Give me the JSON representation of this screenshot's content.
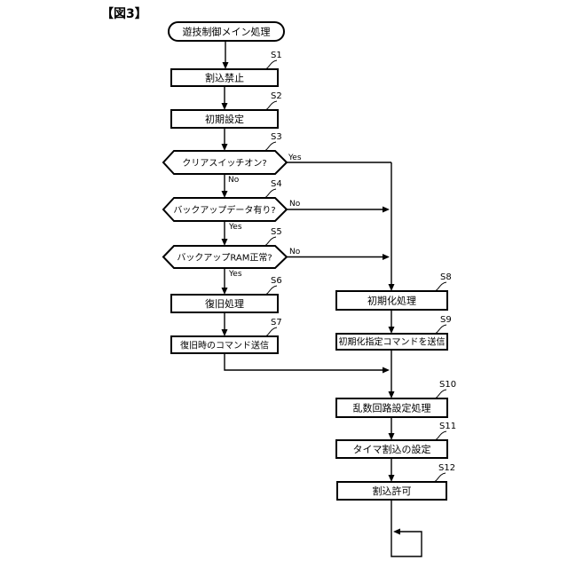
{
  "figure_label": "【図3】",
  "flowchart": {
    "start_label": "遊技制御メイン処理",
    "steps": [
      {
        "id": "S1",
        "label": "割込禁止",
        "type": "process"
      },
      {
        "id": "S2",
        "label": "初期設定",
        "type": "process"
      },
      {
        "id": "S3",
        "label": "クリアスイッチオン?",
        "type": "decision"
      },
      {
        "id": "S4",
        "label": "バックアップデータ有り?",
        "type": "decision"
      },
      {
        "id": "S5",
        "label": "バックアップRAM正常?",
        "type": "decision"
      },
      {
        "id": "S6",
        "label": "復旧処理",
        "type": "process"
      },
      {
        "id": "S7",
        "label": "復旧時のコマンド送信",
        "type": "process"
      },
      {
        "id": "S8",
        "label": "初期化処理",
        "type": "process"
      },
      {
        "id": "S9",
        "label": "初期化指定コマンドを送信",
        "type": "process"
      },
      {
        "id": "S10",
        "label": "乱数回路設定処理",
        "type": "process"
      },
      {
        "id": "S11",
        "label": "タイマ割込の設定",
        "type": "process"
      },
      {
        "id": "S12",
        "label": "割込許可",
        "type": "process"
      }
    ],
    "branches": {
      "s3_yes": "Yes",
      "s3_no": "No",
      "s4_yes": "Yes",
      "s4_no": "No",
      "s5_yes": "Yes",
      "s5_no": "No"
    }
  },
  "colors": {
    "line": "#000000",
    "background": "#ffffff"
  }
}
